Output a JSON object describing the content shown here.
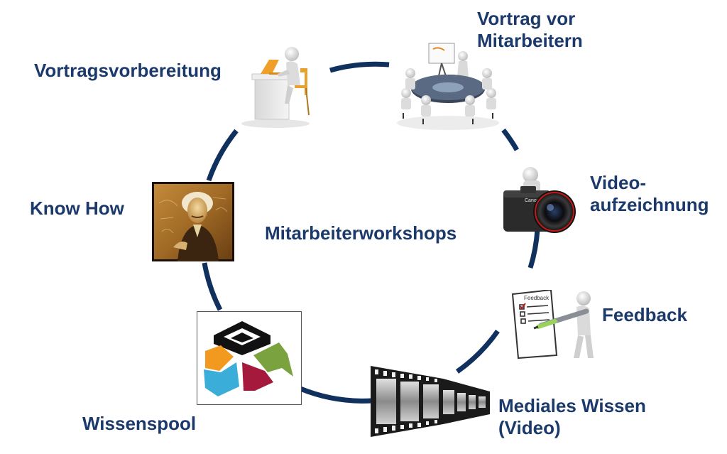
{
  "center_label": "Mitarbeiterworkshops",
  "stations": {
    "vortragsvorbereitung": "Vortragsvorbereitung",
    "vortrag_line1": "Vortrag vor",
    "vortrag_line2": "Mitarbeitern",
    "video_line1": "Video-",
    "video_line2": "aufzeichnung",
    "feedback": "Feedback",
    "medial_line1": "Mediales Wissen",
    "medial_line2": "(Video)",
    "wissenspool": "Wissenspool",
    "knowhow": "Know How"
  },
  "icons": {
    "feedback_form_title": "Feedback"
  },
  "colors": {
    "label": "#1b3a6b",
    "cycle_ring": "#10305e",
    "logo_orange": "#f29a1f",
    "logo_green": "#7aa23f",
    "logo_blue": "#3aaed8",
    "logo_red": "#a5193c"
  }
}
